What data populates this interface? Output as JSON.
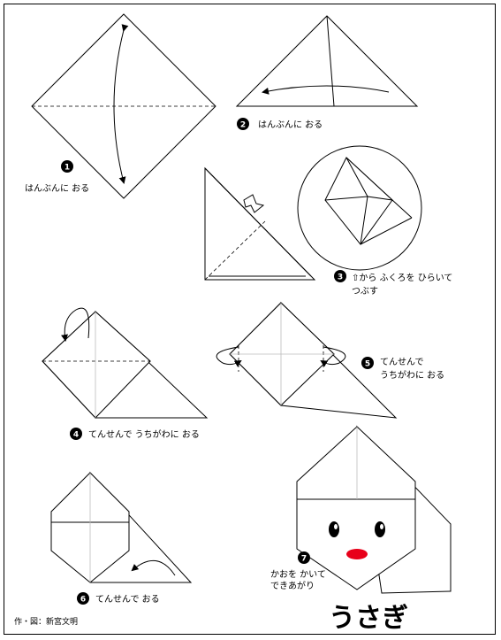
{
  "title": "うさぎ",
  "credit": "作・図：新宮文明",
  "steps": [
    {
      "num": "1",
      "lines": [
        "はんぶんに おる"
      ]
    },
    {
      "num": "2",
      "lines": [
        "はんぶんに おる"
      ]
    },
    {
      "num": "3",
      "lines": [
        "⇧から ふくろを ひらいて",
        "つぶす"
      ]
    },
    {
      "num": "4",
      "lines": [
        "てんせんで うちがわに おる"
      ]
    },
    {
      "num": "5",
      "lines": [
        "てんせんで",
        "うちがわに おる"
      ]
    },
    {
      "num": "6",
      "lines": [
        "てんせんで おる"
      ]
    },
    {
      "num": "7",
      "lines": [
        "かおを かいて",
        "できあがり"
      ]
    }
  ],
  "colors": {
    "nose": "#e8001a",
    "line": "#000000",
    "fold": "#bbbbbb"
  }
}
